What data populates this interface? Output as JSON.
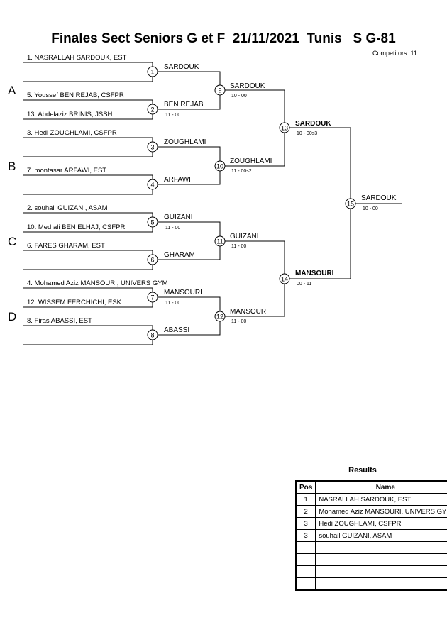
{
  "title": "Finales Sect Seniors G et F  21/11/2021  Tunis   S G-81",
  "competitors": "Competitors: 11",
  "pools": [
    "A",
    "B",
    "C",
    "D"
  ],
  "entrants": [
    "1. NASRALLAH SARDOUK, EST",
    "5. Youssef BEN REJAB, CSFPR",
    "13. Abdelaziz BRINIS, JSSH",
    "3. Hedi ZOUGHLAMI, CSFPR",
    "7. montasar ARFAWI, EST",
    "2. souhail GUIZANI, ASAM",
    "10. Med ali BEN ELHAJ, CSFPR",
    "6. FARES GHARAM, EST",
    "4. Mohamed Aziz MANSOURI, UNIVERS GYM",
    "12. WISSEM FERCHICHI, ESK",
    "8. Firas ABASSI, EST"
  ],
  "matches": [
    {
      "num": "1",
      "winner": "SARDOUK",
      "score": ""
    },
    {
      "num": "2",
      "winner": "BEN REJAB",
      "score": "11 - 00"
    },
    {
      "num": "3",
      "winner": "ZOUGHLAMI",
      "score": ""
    },
    {
      "num": "4",
      "winner": "ARFAWI",
      "score": ""
    },
    {
      "num": "5",
      "winner": "GUIZANI",
      "score": "11 - 00"
    },
    {
      "num": "6",
      "winner": "GHARAM",
      "score": ""
    },
    {
      "num": "7",
      "winner": "MANSOURI",
      "score": "11 - 00"
    },
    {
      "num": "8",
      "winner": "ABASSI",
      "score": ""
    },
    {
      "num": "9",
      "winner": "SARDOUK",
      "score": "10 - 00"
    },
    {
      "num": "10",
      "winner": "ZOUGHLAMI",
      "score": "11 - 00s2"
    },
    {
      "num": "11",
      "winner": "GUIZANI",
      "score": "11 - 00"
    },
    {
      "num": "12",
      "winner": "MANSOURI",
      "score": "11 - 00"
    },
    {
      "num": "13",
      "winner": "SARDOUK",
      "score": "10 - 00s3"
    },
    {
      "num": "14",
      "winner": "MANSOURI",
      "score": "00 - 11"
    },
    {
      "num": "15",
      "winner": "SARDOUK",
      "score": "10 - 00"
    }
  ],
  "results": {
    "title": "Results",
    "col_pos": "Pos",
    "col_name": "Name",
    "rows": [
      {
        "pos": "1",
        "name": "NASRALLAH SARDOUK, EST"
      },
      {
        "pos": "2",
        "name": "Mohamed Aziz MANSOURI, UNIVERS GYM"
      },
      {
        "pos": "3",
        "name": "Hedi ZOUGHLAMI, CSFPR"
      },
      {
        "pos": "3",
        "name": "souhail GUIZANI, ASAM"
      },
      {
        "pos": "",
        "name": ""
      },
      {
        "pos": "",
        "name": ""
      },
      {
        "pos": "",
        "name": ""
      },
      {
        "pos": "",
        "name": ""
      }
    ]
  }
}
